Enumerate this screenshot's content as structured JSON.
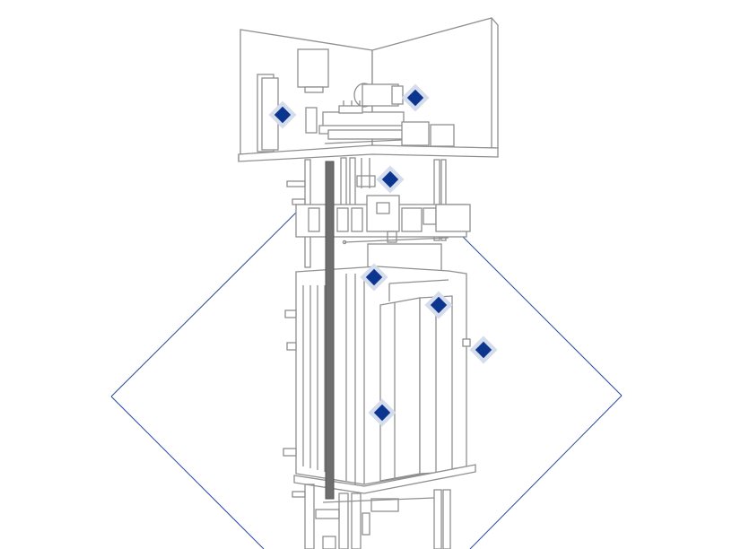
{
  "colors": {
    "background": "#ffffff",
    "outline": "#8f8f8f",
    "rail": "#6e6e6e",
    "frame": "#2a4a9a",
    "hotspot_fill": "#0c3590",
    "hotspot_halo": "#d5dceb"
  },
  "hotspots": [
    {
      "id": "machine-room-controller",
      "icon": "diamond-marker-icon"
    },
    {
      "id": "traction-machine",
      "icon": "diamond-marker-icon"
    },
    {
      "id": "car-top-equipment",
      "icon": "diamond-marker-icon"
    },
    {
      "id": "car-frame",
      "icon": "diamond-marker-icon"
    },
    {
      "id": "car-door-operator",
      "icon": "diamond-marker-icon"
    },
    {
      "id": "landing-equipment",
      "icon": "diamond-marker-icon"
    },
    {
      "id": "car-cabin",
      "icon": "diamond-marker-icon"
    }
  ]
}
